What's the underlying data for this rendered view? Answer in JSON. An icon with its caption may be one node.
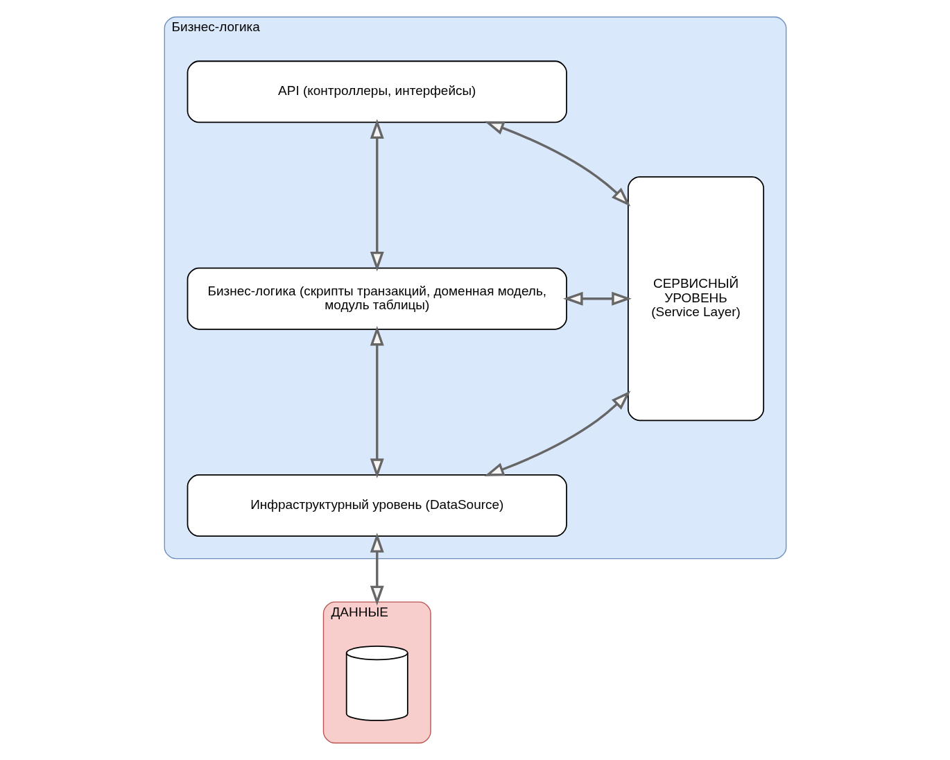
{
  "diagram": {
    "nodes": [
      {
        "text": [
          "Бизнес-логика"
        ]
      },
      {
        "text": [
          "API (контроллеры, интерфейсы)"
        ],
        "in": 0
      },
      {
        "text": [
          "Бизнес-логика (скрипты транзакций, доменная модель, модуль таблицы)"
        ],
        "in": 0
      },
      {
        "text": [
          "Инфраструктурный уровень (DataSource)"
        ],
        "in": 0
      },
      {
        "text": [
          "СЕРВИСНЫЙ УРОВЕНЬ (Service Layer)"
        ],
        "in": 0
      },
      {
        "text": [
          "ДАННЫЕ"
        ]
      },
      {
        "text": [],
        "shape": "cylinder",
        "in": 5
      }
    ],
    "edges": [
      {
        "from": 1,
        "to": 4,
        "arrow": "both"
      },
      {
        "from": 1,
        "to": 2,
        "arrow": "both"
      },
      {
        "from": 2,
        "to": 4,
        "arrow": "both"
      },
      {
        "from": 2,
        "to": 3,
        "arrow": "both"
      },
      {
        "from": 3,
        "to": 4,
        "arrow": "both"
      },
      {
        "from": 3,
        "to": 5,
        "arrow": "both"
      }
    ]
  }
}
